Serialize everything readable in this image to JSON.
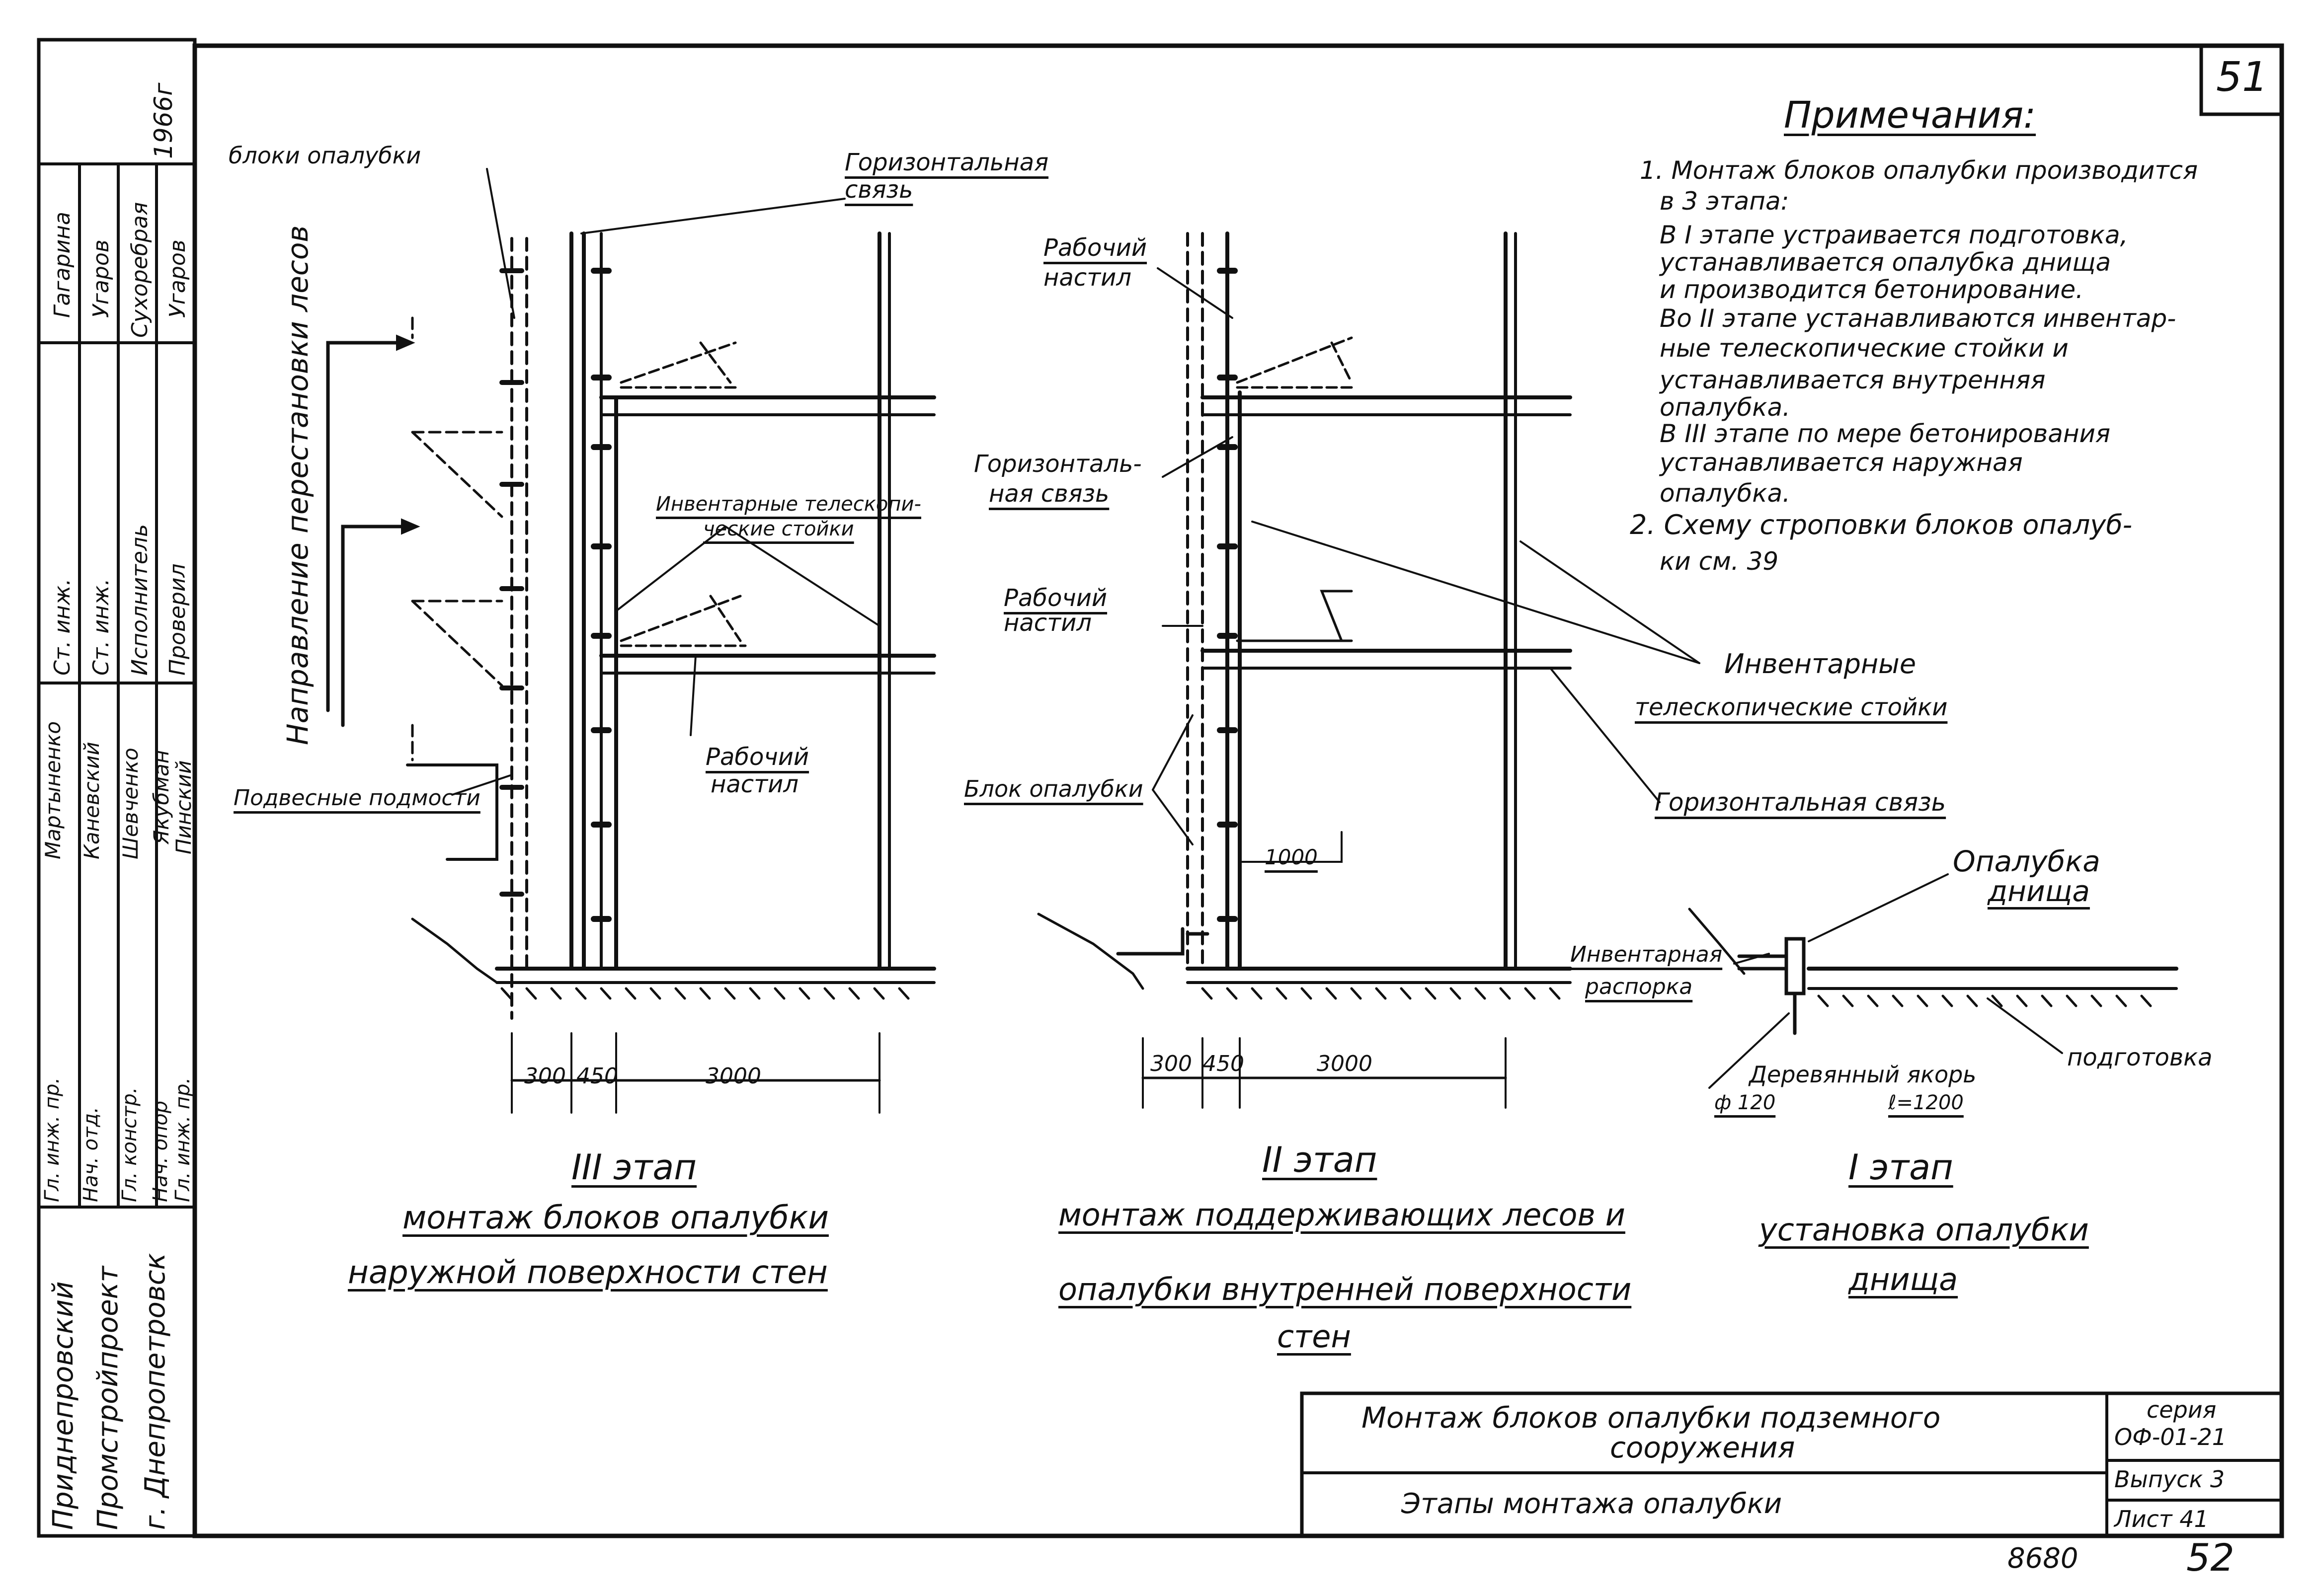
{
  "sheet": {
    "page_number": "51",
    "footer_code": "8680",
    "footer_page": "52"
  },
  "notes": {
    "title": "Примечания:",
    "lines": [
      "1. Монтаж блоков опалубки производится",
      "в 3 этапа:",
      "В I этапе устраивается подготовка,",
      "устанавливается опалубка днища",
      "и производится бетонирование.",
      "Во II этапе устанавливаются инвентар-",
      "ные телескопические стойки и",
      "устанавливается внутренняя",
      "опалубка.",
      "В III этапе по мере бетонирования",
      "устанавливается наружная",
      "опалубка.",
      "2. Схему строповки блоков опалуб-",
      "ки см. 39"
    ]
  },
  "stage3": {
    "labels": {
      "blocks": "блоки опалубки",
      "horiz_tie": "Горизонтальная связь",
      "direction": "Направление перестановки лесов",
      "telescopic": "Инвентарные телескопи-ческие стойки",
      "telescopic_1": "Инвентарные телескопи-",
      "telescopic_2": "ческие стойки",
      "work_deck_1": "Рабочий",
      "work_deck_2": "настил",
      "hanging": "Подвесные подмости"
    },
    "dims": [
      "300",
      "450",
      "3000"
    ],
    "caption_title": "III этап",
    "caption_1": "монтаж блоков опалубки",
    "caption_2": "наружной поверхности стен"
  },
  "stage2": {
    "labels": {
      "work_deck_top_1": "Рабочий",
      "work_deck_top_2": "настил",
      "horiz_tie_1": "Горизонталь-",
      "horiz_tie_2": "ная связь",
      "work_deck_mid_1": "Рабочий",
      "work_deck_mid_2": "настил",
      "block": "Блок опалубки",
      "telescopic_1": "Инвентарные",
      "telescopic_2": "телескопические стойки",
      "horiz_tie_right": "Горизонтальная связь"
    },
    "dims": [
      "1000",
      "300",
      "450",
      "3000"
    ],
    "caption_title": "II этап",
    "caption_1": "монтаж поддерживающих лесов и",
    "caption_2": "опалубки внутренней поверхности",
    "caption_3": "стен"
  },
  "stage1": {
    "labels": {
      "bottom_form_1": "Опалубка",
      "bottom_form_2": "днища",
      "strut_1": "Инвентарная",
      "strut_2": "распорка",
      "prep": "подготовка",
      "anchor": "Деревянный якорь",
      "anchor_dia": "ф 120",
      "anchor_len": "ℓ=1200"
    },
    "caption_title": "I этап",
    "caption_1": "установка опалубки",
    "caption_2": "днища"
  },
  "title_block": {
    "main_title_1": "Монтаж блоков опалубки подземного",
    "main_title_2": "сооружения",
    "sub_title": "Этапы монтажа опалубки",
    "series_label": "серия",
    "series_value": "ОФ-01-21",
    "issue": "Выпуск 3",
    "sheet": "Лист 41"
  },
  "side_stamp": {
    "year": "1966г",
    "org_1": "Приднепровский",
    "org_2": "Промстройпроект",
    "org_3": "г. Днепропетровск",
    "columns": [
      [
        "Гагарина",
        "Угаров",
        "Сухоребрая",
        "Угаров"
      ],
      [
        "Ст. инж.",
        "Ст. инж.",
        "Исполнитель",
        "Проверил"
      ],
      [
        "Мартыненко",
        "Каневский",
        "Шевченко",
        "Якубман",
        "Пинский"
      ],
      [
        "Гл. инж. пр.",
        "Нач. отд.",
        "Гл. констр.",
        "Нач. опор",
        "Гл. инж. пр."
      ]
    ]
  }
}
